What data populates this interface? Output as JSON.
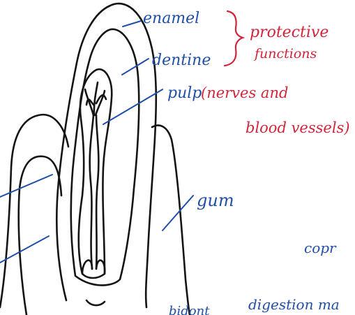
{
  "labels": {
    "enamel": "enamel",
    "dentine": "dentine",
    "pulp": "pulp",
    "pulp_note_1": "(nerves and",
    "pulp_note_2": "blood vessels)",
    "protective_1": "protective",
    "protective_2": "functions",
    "gum": "gum",
    "partial_copr": "copr",
    "partial_digestion": "digestion ma",
    "partial_bottom": "bidont"
  },
  "colors": {
    "ink_black": "#141414",
    "ink_blue": "#1f4fa8",
    "ink_red": "#d4243a",
    "paper": "#ffffff"
  }
}
